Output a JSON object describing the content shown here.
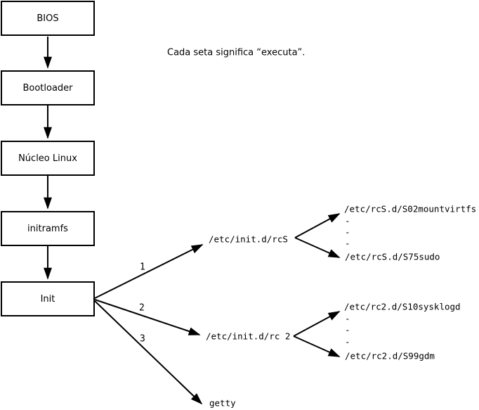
{
  "diagram": {
    "note": "Cada seta significa “executa”.",
    "boxes": [
      {
        "label": "BIOS"
      },
      {
        "label": "Bootloader"
      },
      {
        "label": "Núcleo Linux"
      },
      {
        "label": "initramfs"
      },
      {
        "label": "Init"
      }
    ],
    "edges": {
      "labels": [
        "1",
        "2",
        "3"
      ]
    },
    "rcs": {
      "parent": "/etc/init.d/rcS",
      "first": "/etc/rcS.d/S02mountvirtfs",
      "dots": [
        "-",
        "-",
        "-"
      ],
      "last": "/etc/rcS.d/S75sudo"
    },
    "rc2": {
      "parent": "/etc/init.d/rc 2",
      "first": "/etc/rc2.d/S10sysklogd",
      "dots": [
        "-",
        "-",
        "-"
      ],
      "last": "/etc/rc2.d/S99gdm"
    },
    "getty": {
      "label": "getty"
    },
    "colors": {
      "line": "#000000",
      "background": "#ffffff",
      "text": "#000000"
    }
  }
}
